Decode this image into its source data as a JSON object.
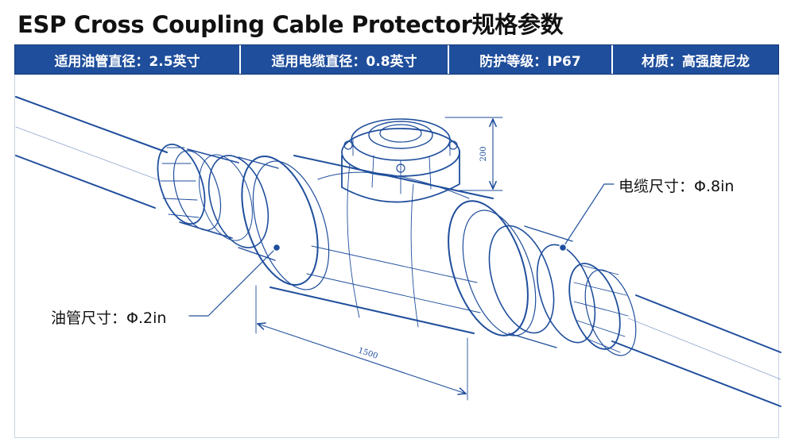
{
  "title": "ESP Cross Coupling Cable Protector规格参数",
  "specs": [
    "适用油管直径：2.5英寸",
    "适用电缆直径：0.8英寸",
    "防护等级：IP67",
    "材质：高强度尼龙"
  ],
  "callouts": {
    "cable_size": "电缆尺寸：Φ.8in",
    "tubing_size": "油管尺寸：Φ.2in"
  },
  "dimensions": {
    "height": "200",
    "length": "1500"
  },
  "colors": {
    "line": "#1f4e9c",
    "spec_bar": "#1f4e9c",
    "title_text": "#111111"
  }
}
